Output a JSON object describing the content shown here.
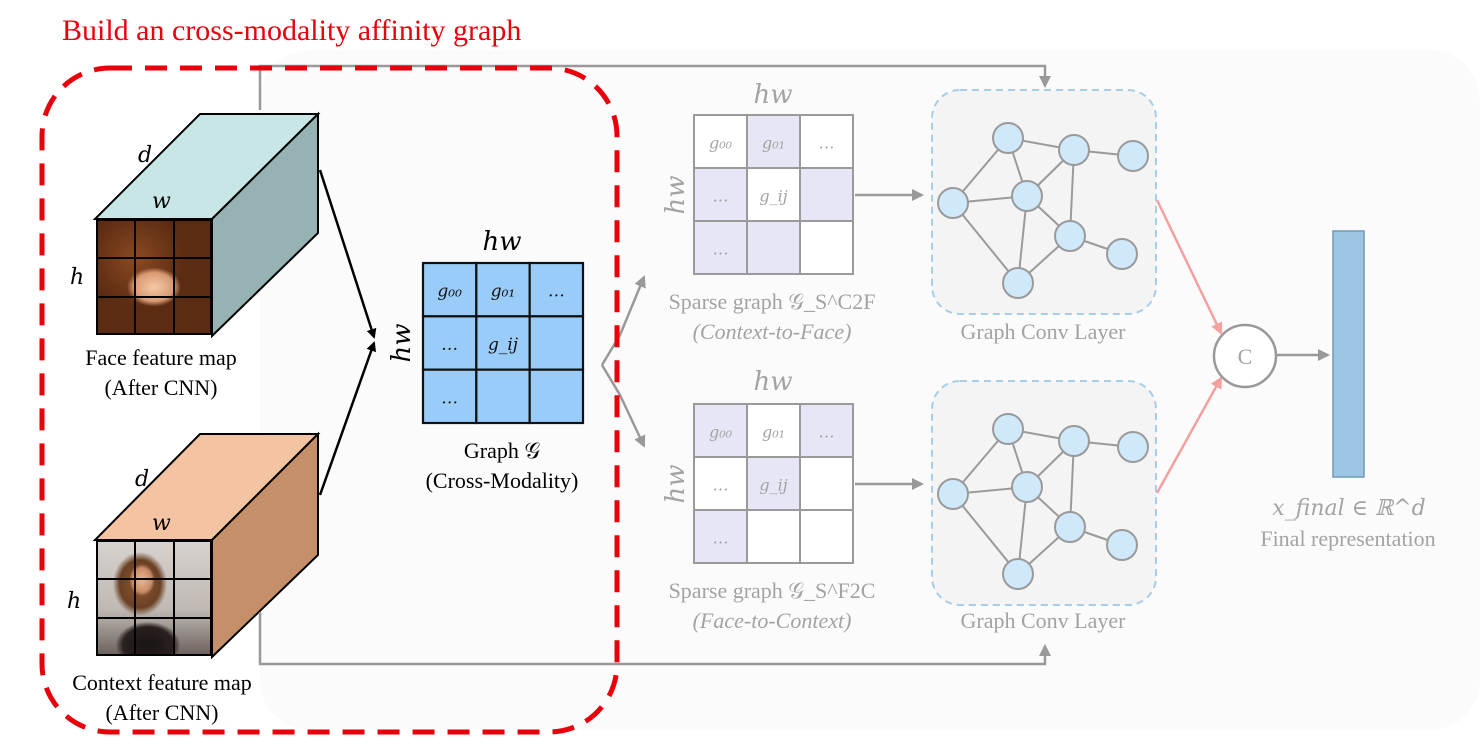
{
  "title": "Build an cross-modality affinity graph",
  "face_cube": {
    "d_label": "d",
    "w_label": "w",
    "h_label": "h",
    "caption_line1": "Face feature map",
    "caption_line2": "(After CNN)",
    "front_color": "#c8e6e6",
    "side_color": "#97b2b2"
  },
  "context_cube": {
    "d_label": "d",
    "w_label": "w",
    "h_label": "h",
    "caption_line1": "Context feature map",
    "caption_line2": "(After CNN)",
    "front_color": "#f4c3a1",
    "side_color": "#c48f69"
  },
  "graph": {
    "col_label": "hw",
    "row_label": "hw",
    "cells": [
      "g₀₀",
      "g₀₁",
      "…",
      "…",
      "g_ij",
      "",
      "…",
      "",
      ""
    ],
    "caption_line1": "Graph 𝒢",
    "caption_line2": "(Cross-Modality)",
    "fill_color": "#99ccf8"
  },
  "sparse_c2f": {
    "col_label": "hw",
    "row_label": "hw",
    "cells": [
      "g₀₀",
      "g₀₁",
      "…",
      "…",
      "g_ij",
      "",
      "…",
      "",
      ""
    ],
    "highlighted": [
      false,
      true,
      false,
      true,
      false,
      true,
      true,
      true,
      false
    ],
    "caption_line1": "Sparse graph 𝒢_S^C2F",
    "caption_line2": "(Context-to-Face)"
  },
  "sparse_f2c": {
    "col_label": "hw",
    "row_label": "hw",
    "cells": [
      "g₀₀",
      "g₀₁",
      "…",
      "…",
      "g_ij",
      "",
      "…",
      "",
      ""
    ],
    "highlighted": [
      true,
      false,
      true,
      false,
      true,
      false,
      true,
      false,
      false
    ],
    "caption_line1": "Sparse graph 𝒢_S^F2C",
    "caption_line2": "(Face-to-Context)"
  },
  "gcn_top": {
    "label": "Graph Conv Layer"
  },
  "gcn_bottom": {
    "label": "Graph Conv Layer"
  },
  "concat": {
    "label": "C"
  },
  "final": {
    "math": "x_final ∈ ℝ^d",
    "label": "Final representation",
    "bar_color": "#9dc6e4"
  },
  "colors": {
    "highlight_red": "#e8000b",
    "cell_highlight": "#e6e6f6",
    "node_fill": "#cfe8fa",
    "node_stroke": "#9a9a9a",
    "gcn_border": "#a7cde8",
    "arrow_gray": "#999999",
    "arrow_pink": "#f4a0a0",
    "text_gray": "#a3a3a3"
  }
}
